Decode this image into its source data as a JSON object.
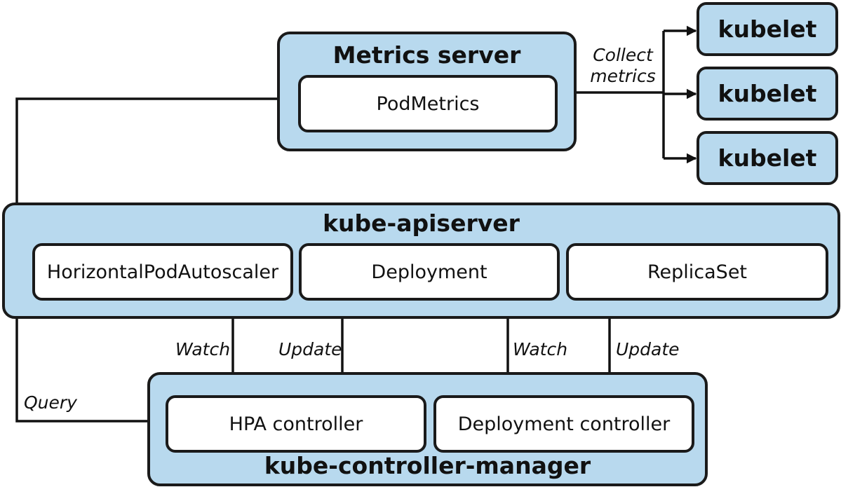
{
  "metrics_server": {
    "title": "Metrics server",
    "podmetrics": "PodMetrics"
  },
  "collect_label": {
    "line1": "Collect",
    "line2": "metrics"
  },
  "kubelets": [
    "kubelet",
    "kubelet",
    "kubelet"
  ],
  "apiserver": {
    "title": "kube-apiserver",
    "hpa": "HorizontalPodAutoscaler",
    "deployment": "Deployment",
    "replicaset": "ReplicaSet"
  },
  "controller_manager": {
    "title": "kube-controller-manager",
    "hpa_controller": "HPA controller",
    "deployment_controller": "Deployment controller"
  },
  "edge_labels": {
    "watch_hpa": "Watch",
    "update_deployment": "Update",
    "watch_deployment": "Watch",
    "update_replicaset": "Update",
    "query": "Query"
  },
  "colors": {
    "container_fill": "#b8d9ee",
    "stroke": "#1a1a1a",
    "inner_fill": "#ffffff"
  }
}
